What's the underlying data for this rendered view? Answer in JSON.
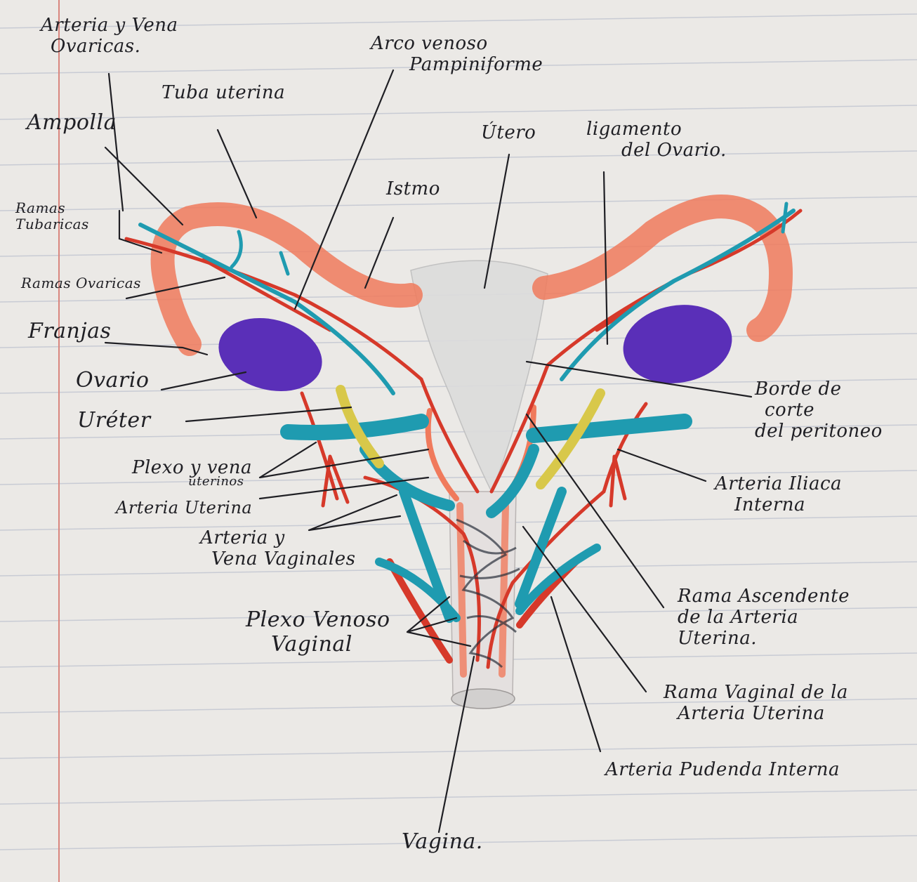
{
  "labels": {
    "arteria_vena_ovaricas_l1": "Arteria y Vena",
    "arteria_vena_ovaricas_l2": "Ovaricas.",
    "tuba_uterina": "Tuba uterina",
    "arco_venoso_l1": "Arco venoso",
    "arco_venoso_l2": "Pampiniforme",
    "ampolla": "Ampolla",
    "utero": "Útero",
    "ligamento_l1": "ligamento",
    "ligamento_l2": "del Ovario.",
    "istmo": "Istmo",
    "ramas_tubaricas_l1": "Ramas",
    "ramas_tubaricas_l2": "Tubaricas",
    "ramas_ovaricas": "Ramas Ovaricas",
    "franjas": "Franjas",
    "ovario": "Ovario",
    "ureter": "Uréter",
    "borde_l1": "Borde de",
    "borde_l2": "corte",
    "borde_l3": "del peritoneo",
    "plexo_vena_l1": "Plexo y vena",
    "plexo_vena_l2": "uterinos",
    "arteria_uterina": "Arteria Uterina",
    "arteria_iliaca_l1": "Arteria Iliaca",
    "arteria_iliaca_l2": "Interna",
    "arteria_vena_vaginales_l1": "Arteria y",
    "arteria_vena_vaginales_l2": "Vena Vaginales",
    "rama_ascendente_l1": "Rama Ascendente",
    "rama_ascendente_l2": "de la Arteria",
    "rama_ascendente_l3": "Uterina.",
    "plexo_venoso_l1": "Plexo Venoso",
    "plexo_venoso_l2": "Vaginal",
    "rama_vaginal_l1": "Rama Vaginal de la",
    "rama_vaginal_l2": "Arteria Uterina",
    "arteria_pudenda": "Arteria Pudenda Interna",
    "vagina": "Vagina."
  },
  "colors": {
    "paper": "#ebe9e6",
    "rule_line": "#c8cbd4",
    "margin_line": "#d9867e",
    "ink": "#1f1f24",
    "tube_orange": "#f07a5c",
    "artery_red": "#d6392a",
    "vein_teal": "#1f9bb0",
    "ovary_purple": "#5a2fb8",
    "ureter_yellow": "#d8c84a",
    "uterus_gray": "#dcdcdc"
  }
}
